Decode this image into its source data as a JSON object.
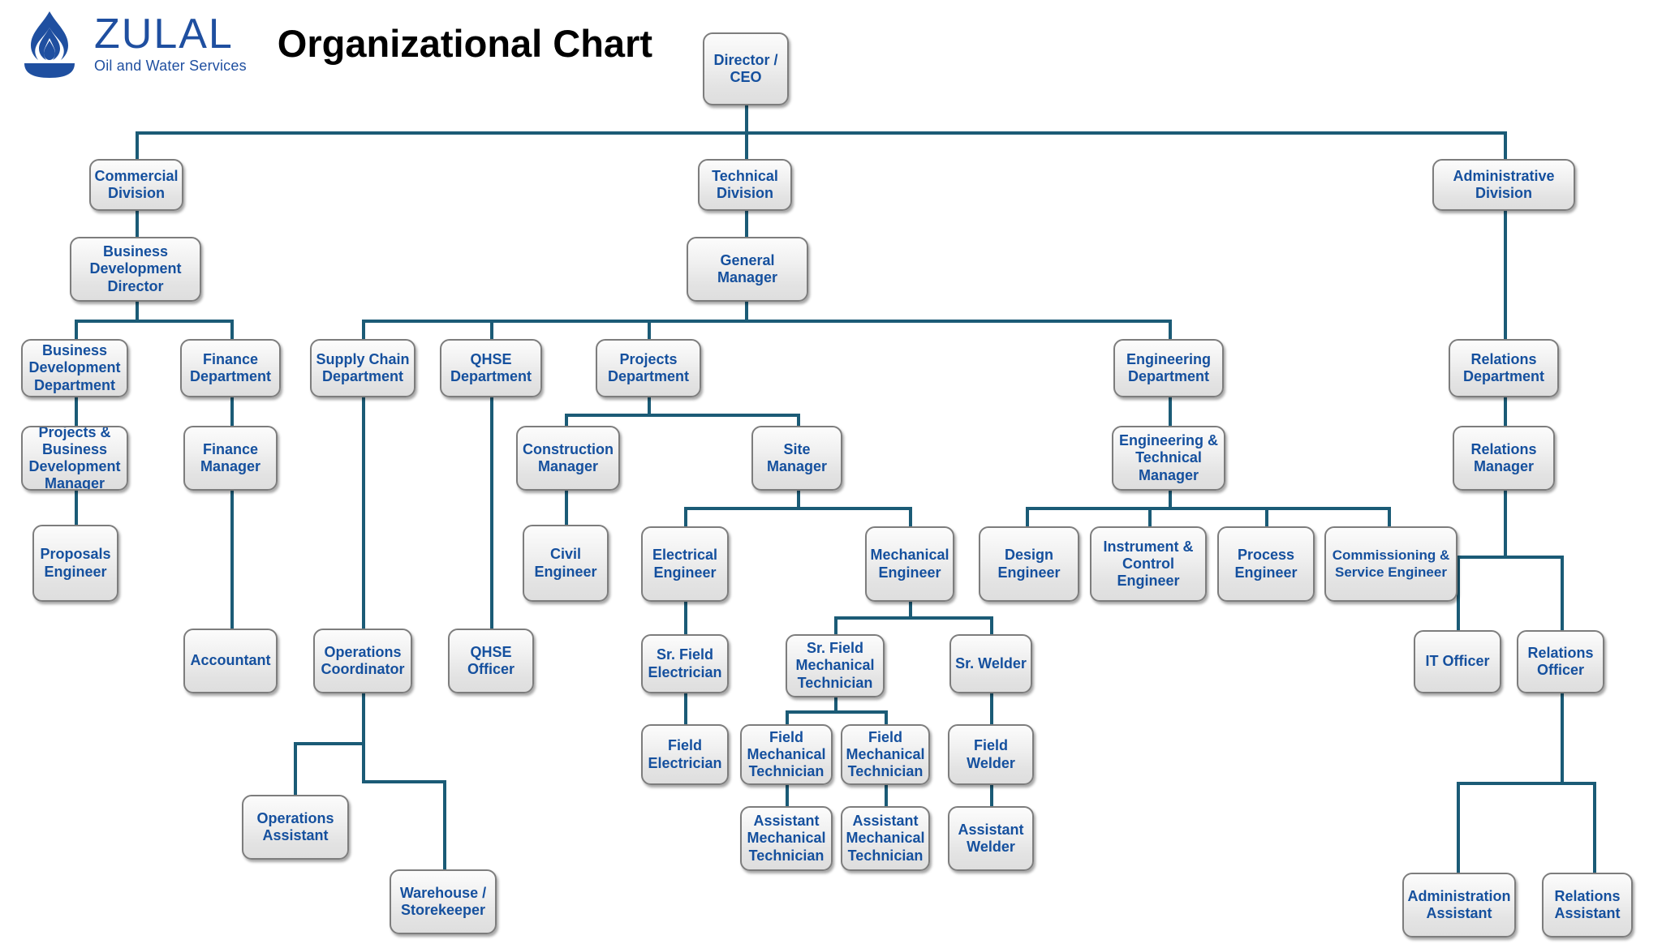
{
  "header": {
    "logo_name": "ZULAL",
    "logo_tagline": "Oil and Water Services",
    "logo_icon": "flame-droplet-icon",
    "title": "Organizational Chart"
  },
  "colors": {
    "node_text": "#15509e",
    "node_border": "#7d7d7d",
    "node_fill_top": "#fcfcfc",
    "node_fill_bottom": "#dedede",
    "connector": "#1b5b76",
    "logo_blue": "#1f4fa0",
    "title_black": "#000000"
  },
  "chart_data": {
    "type": "diagram",
    "title": "Organizational Chart",
    "root": "Director /\nCEO",
    "nodes": [
      {
        "id": "director-ceo",
        "label": "Director /\nCEO",
        "level": 0,
        "parent": null
      },
      {
        "id": "commercial-division",
        "label": "Commercial\nDivision",
        "level": 1,
        "parent": "director-ceo"
      },
      {
        "id": "technical-division",
        "label": "Technical\nDivision",
        "level": 1,
        "parent": "director-ceo"
      },
      {
        "id": "administrative-division",
        "label": "Administrative\nDivision",
        "level": 1,
        "parent": "director-ceo"
      },
      {
        "id": "business-development-director",
        "label": "Business\nDevelopment\nDirector",
        "level": 2,
        "parent": "commercial-division"
      },
      {
        "id": "general-manager",
        "label": "General Manager",
        "level": 2,
        "parent": "technical-division"
      },
      {
        "id": "business-development-department",
        "label": "Business\nDevelopment\nDepartment",
        "level": 3,
        "parent": "business-development-director"
      },
      {
        "id": "finance-department",
        "label": "Finance\nDepartment",
        "level": 3,
        "parent": "business-development-director"
      },
      {
        "id": "supply-chain-department",
        "label": "Supply Chain\nDepartment",
        "level": 3,
        "parent": "general-manager"
      },
      {
        "id": "qhse-department",
        "label": "QHSE\nDepartment",
        "level": 3,
        "parent": "general-manager"
      },
      {
        "id": "projects-department",
        "label": "Projects\nDepartment",
        "level": 3,
        "parent": "general-manager"
      },
      {
        "id": "engineering-department",
        "label": "Engineering\nDepartment",
        "level": 3,
        "parent": "general-manager"
      },
      {
        "id": "relations-department",
        "label": "Relations\nDepartment",
        "level": 3,
        "parent": "administrative-division"
      },
      {
        "id": "projects-business-development-manager",
        "label": "Projects &\nBusiness\nDevelopment\nManager",
        "level": 4,
        "parent": "business-development-department"
      },
      {
        "id": "finance-manager",
        "label": "Finance\nManager",
        "level": 4,
        "parent": "finance-department"
      },
      {
        "id": "construction-manager",
        "label": "Construction\nManager",
        "level": 4,
        "parent": "projects-department"
      },
      {
        "id": "site-manager",
        "label": "Site\nManager",
        "level": 4,
        "parent": "projects-department"
      },
      {
        "id": "engineering-technical-manager",
        "label": "Engineering &\nTechnical\nManager",
        "level": 4,
        "parent": "engineering-department"
      },
      {
        "id": "relations-manager",
        "label": "Relations\nManager",
        "level": 4,
        "parent": "relations-department"
      },
      {
        "id": "proposals-engineer",
        "label": "Proposals\nEngineer",
        "level": 5,
        "parent": "projects-business-development-manager"
      },
      {
        "id": "civil-engineer",
        "label": "Civil\nEngineer",
        "level": 5,
        "parent": "construction-manager"
      },
      {
        "id": "electrical-engineer",
        "label": "Electrical\nEngineer",
        "level": 5,
        "parent": "site-manager"
      },
      {
        "id": "mechanical-engineer",
        "label": "Mechanical\nEngineer",
        "level": 5,
        "parent": "site-manager"
      },
      {
        "id": "design-engineer",
        "label": "Design\nEngineer",
        "level": 5,
        "parent": "engineering-technical-manager"
      },
      {
        "id": "instrument-control-engineer",
        "label": "Instrument &\nControl\nEngineer",
        "level": 5,
        "parent": "engineering-technical-manager"
      },
      {
        "id": "process-engineer",
        "label": "Process\nEngineer",
        "level": 5,
        "parent": "engineering-technical-manager"
      },
      {
        "id": "commissioning-service-engineer",
        "label": "Commissioning &\nService Engineer",
        "level": 5,
        "parent": "engineering-technical-manager"
      },
      {
        "id": "accountant",
        "label": "Accountant",
        "level": 6,
        "parent": "finance-manager"
      },
      {
        "id": "operations-coordinator",
        "label": "Operations\nCoordinator",
        "level": 6,
        "parent": "supply-chain-department"
      },
      {
        "id": "qhse-officer",
        "label": "QHSE\nOfficer",
        "level": 6,
        "parent": "qhse-department"
      },
      {
        "id": "sr-field-electrician",
        "label": "Sr. Field\nElectrician",
        "level": 6,
        "parent": "electrical-engineer"
      },
      {
        "id": "sr-field-mechanical-technician",
        "label": "Sr. Field\nMechanical\nTechnician",
        "level": 6,
        "parent": "mechanical-engineer"
      },
      {
        "id": "sr-welder",
        "label": "Sr. Welder",
        "level": 6,
        "parent": "mechanical-engineer"
      },
      {
        "id": "it-officer",
        "label": "IT Officer",
        "level": 6,
        "parent": "relations-manager"
      },
      {
        "id": "relations-officer",
        "label": "Relations\nOfficer",
        "level": 6,
        "parent": "relations-manager"
      },
      {
        "id": "field-electrician",
        "label": "Field\nElectrician",
        "level": 7,
        "parent": "sr-field-electrician"
      },
      {
        "id": "field-mechanical-technician-1",
        "label": "Field\nMechanical\nTechnician",
        "level": 7,
        "parent": "sr-field-mechanical-technician"
      },
      {
        "id": "field-mechanical-technician-2",
        "label": "Field\nMechanical\nTechnician",
        "level": 7,
        "parent": "sr-field-mechanical-technician"
      },
      {
        "id": "field-welder",
        "label": "Field\nWelder",
        "level": 7,
        "parent": "sr-welder"
      },
      {
        "id": "operations-assistant",
        "label": "Operations\nAssistant",
        "level": 8,
        "parent": "operations-coordinator"
      },
      {
        "id": "warehouse-storekeeper",
        "label": "Warehouse /\nStorekeeper",
        "level": 8,
        "parent": "operations-coordinator"
      },
      {
        "id": "assistant-mechanical-technician-1",
        "label": "Assistant\nMechanical\nTechnician",
        "level": 8,
        "parent": "field-mechanical-technician-1"
      },
      {
        "id": "assistant-mechanical-technician-2",
        "label": "Assistant\nMechanical\nTechnician",
        "level": 8,
        "parent": "field-mechanical-technician-2"
      },
      {
        "id": "assistant-welder",
        "label": "Assistant\nWelder",
        "level": 8,
        "parent": "field-welder"
      },
      {
        "id": "administration-assistant",
        "label": "Administration\nAssistant",
        "level": 8,
        "parent": "relations-officer"
      },
      {
        "id": "relations-assistant",
        "label": "Relations\nAssistant",
        "level": 8,
        "parent": "relations-officer"
      }
    ]
  }
}
